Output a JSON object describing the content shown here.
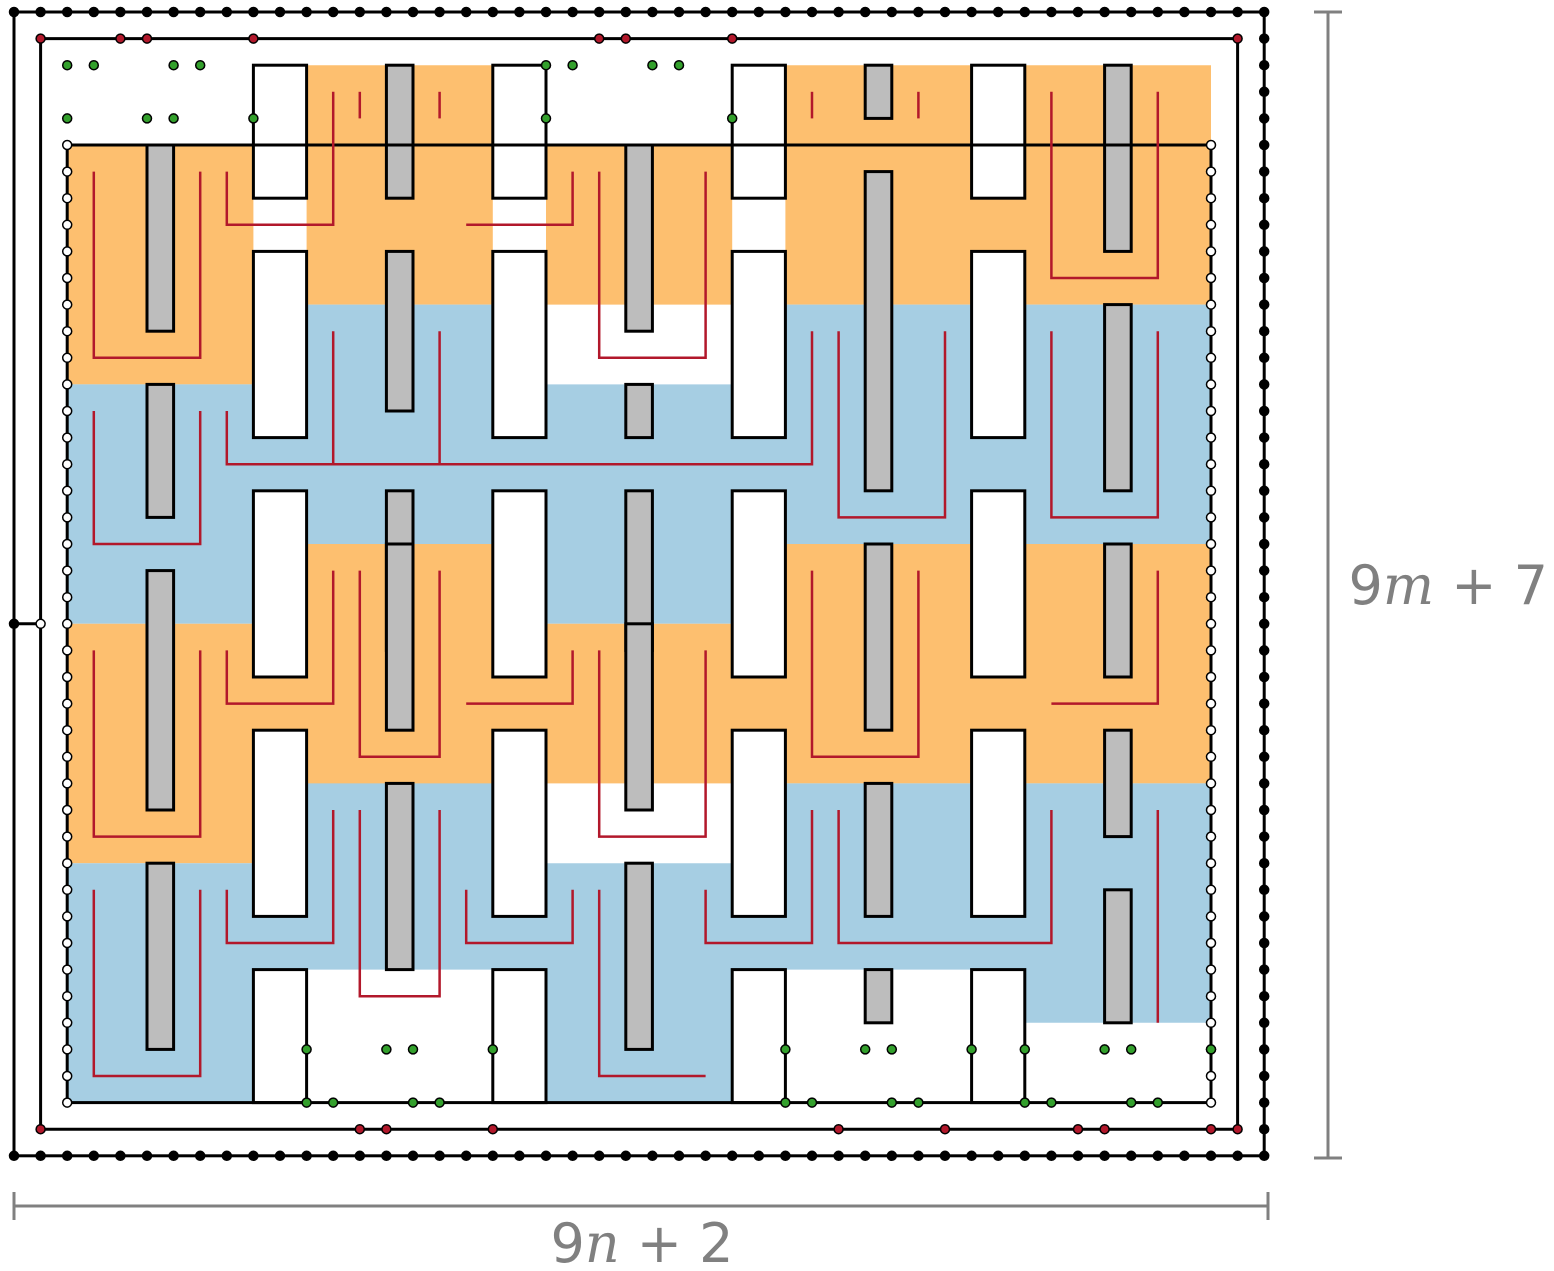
{
  "figure": {
    "labels": {
      "width_prefix": "9",
      "width_var": "n",
      "width_suffix": " + 2",
      "height_prefix": "9",
      "height_var": "m",
      "height_suffix": " + 7"
    },
    "colors": {
      "orange_fill": "#fdbf6f",
      "blue_fill": "#a6cee3",
      "gray_bar": "#bdbdbd",
      "black_path": "#000000",
      "red_path": "#b2182b",
      "green_node": "#33a02c",
      "white_node": "#ffffff",
      "dimension": "#808080"
    }
  }
}
